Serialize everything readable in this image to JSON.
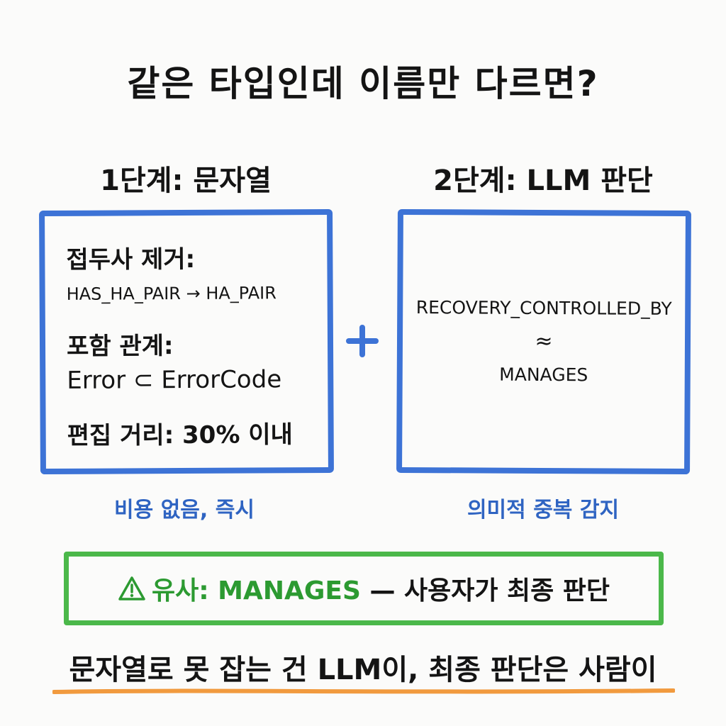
{
  "title": "같은 타입인데 이름만 다르면?",
  "stage1": {
    "heading": "1단계: 문자열",
    "rules": {
      "prefix_label": "접두사 제거:",
      "prefix_example": "HAS_HA_PAIR → HA_PAIR",
      "inclusion_label": "포함 관계:",
      "inclusion_example": "Error ⊂ ErrorCode",
      "edit_distance": "편집 거리: 30% 이내"
    },
    "caption": "비용 없음, 즉시"
  },
  "plus_icon": "plus-icon",
  "stage2": {
    "heading": "2단계: LLM 판단",
    "relation_a": "RECOVERY_CONTROLLED_BY",
    "approx_symbol": "≈",
    "relation_b": "MANAGES",
    "caption": "의미적 중복 감지"
  },
  "result": {
    "icon": "warning-icon",
    "similar_label": "유사: MANAGES",
    "rest": " — 사용자가 최종 판단"
  },
  "conclusion": "문자열로 못 잡는 건 LLM이, 최종 판단은 사람이",
  "colors": {
    "blue": "#3d73d6",
    "green": "#4bb84a",
    "orange": "#f19a3e"
  }
}
